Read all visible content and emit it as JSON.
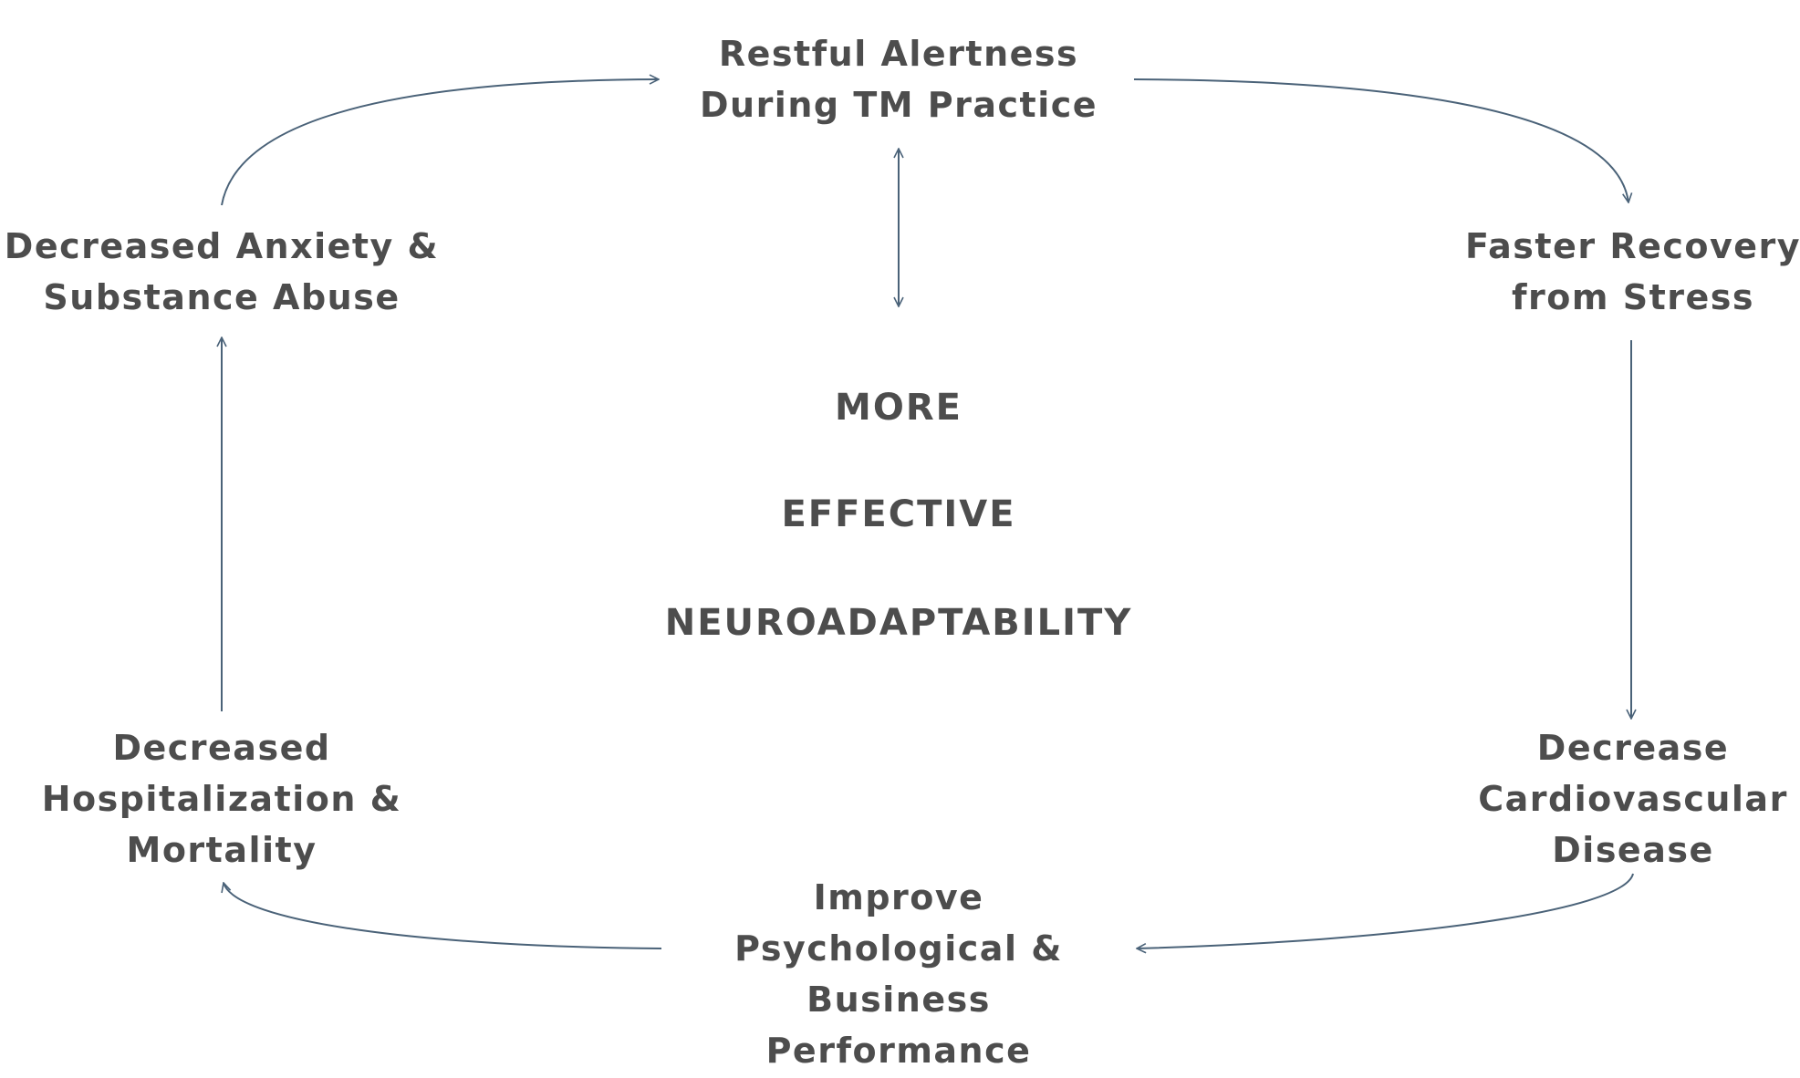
{
  "colors": {
    "text": "#4d4d4d",
    "arrow": "#4a6278",
    "background": "#ffffff"
  },
  "nodes": {
    "top": {
      "lines": [
        "Restful Alertness",
        "During TM Practice"
      ]
    },
    "top_right": {
      "lines": [
        "Faster Recovery",
        "from Stress"
      ]
    },
    "bottom_right": {
      "lines": [
        "Decrease",
        "Cardiovascular",
        "Disease"
      ]
    },
    "bottom": {
      "lines": [
        "Improve",
        "Psychological &",
        "Business",
        "Performance"
      ]
    },
    "bottom_left": {
      "lines": [
        "Decreased",
        "Hospitalization &",
        "Mortality"
      ]
    },
    "top_left": {
      "lines": [
        "Decreased Anxiety &",
        "Substance Abuse"
      ]
    }
  },
  "center": {
    "lines": [
      "MORE",
      "EFFECTIVE",
      "NEUROADAPTABILITY"
    ]
  }
}
